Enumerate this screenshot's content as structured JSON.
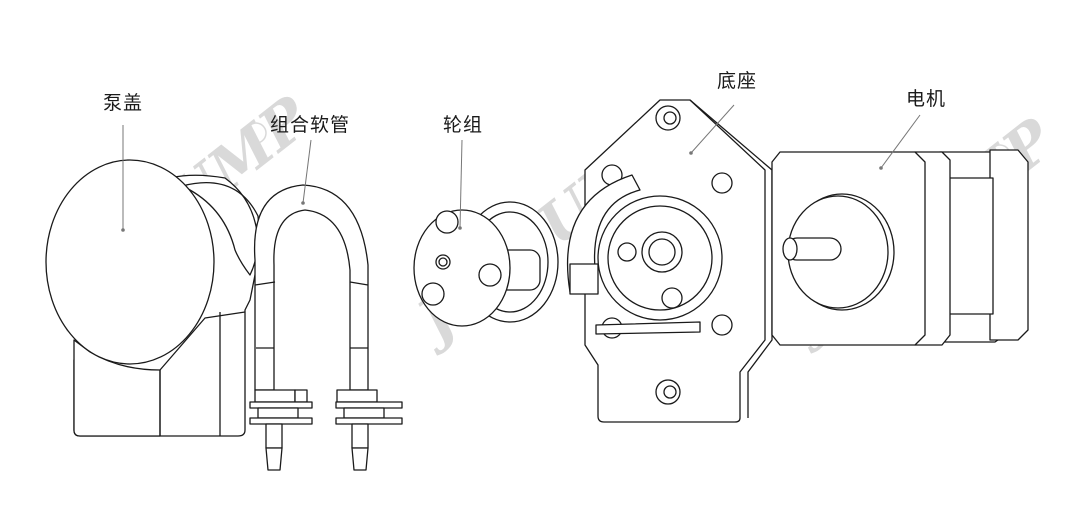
{
  "diagram": {
    "title": "Peristaltic pump exploded view",
    "watermark": {
      "text": "JIHPUMP",
      "registered_symbol": "®",
      "color": "#d9d9d9"
    },
    "parts": [
      {
        "id": "pump-cover",
        "label": "泵盖"
      },
      {
        "id": "tube-assembly",
        "label": "组合软管"
      },
      {
        "id": "roller-assembly",
        "label": "轮组"
      },
      {
        "id": "base",
        "label": "底座"
      },
      {
        "id": "motor",
        "label": "电机"
      }
    ],
    "line_color": "#1a1a1a",
    "leader_color": "#777777"
  }
}
